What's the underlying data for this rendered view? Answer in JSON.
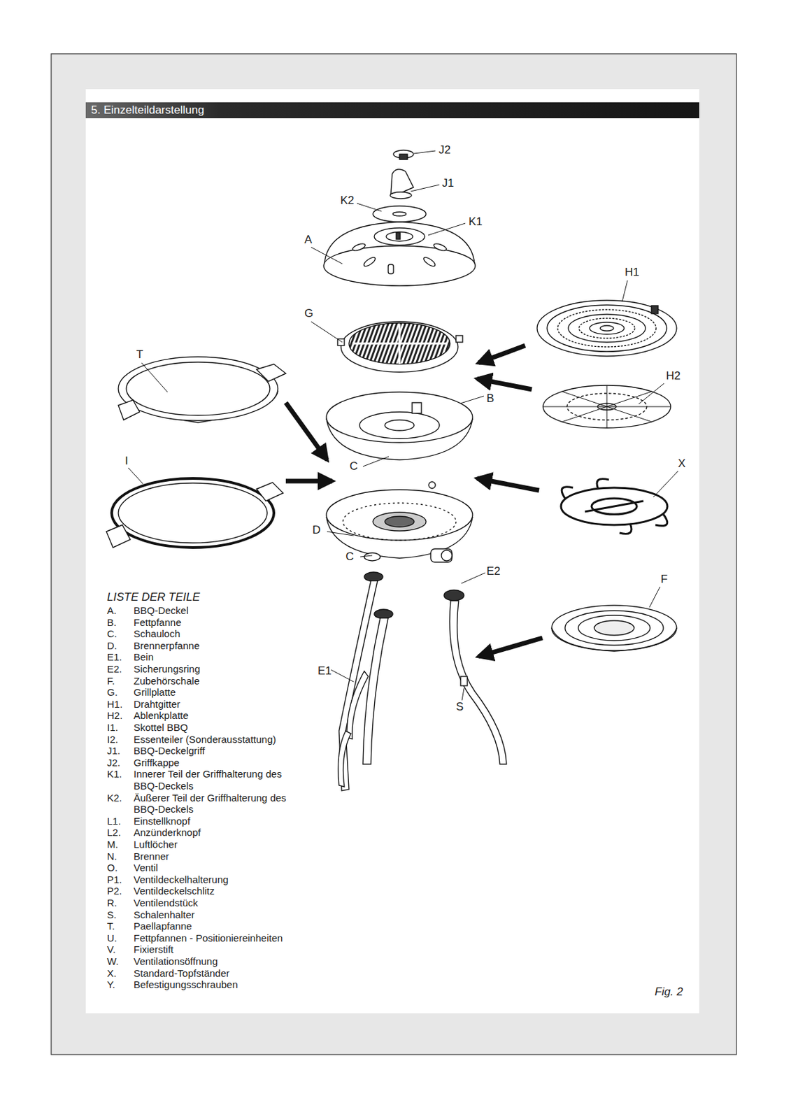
{
  "diagram": {
    "caption": "Fig. 2",
    "nodes": [
      {
        "text": [
          "5. Einzelteildarstellung"
        ]
      }
    ],
    "edges": [],
    "labels": [
      "J2",
      "J1",
      "K2",
      "K1",
      "A",
      "H1",
      "G",
      "T",
      "H2",
      "B",
      "I",
      "C",
      "X",
      "D",
      "C",
      "E2",
      "F",
      "E1",
      "S",
      "LISTE DER TEILE",
      "A.",
      "BBQ-Deckel",
      "B.",
      "Fettpfanne",
      "C.",
      "Schauloch",
      "D.",
      "Brennerpfanne",
      "E1.",
      "Bein",
      "E2.",
      "Sicherungsring",
      "F.",
      "Zubehörschale",
      "G.",
      "Grillplatte",
      "H1.",
      "Drahtgitter",
      "H2.",
      "Ablenkplatte",
      "I1.",
      "Skottel BBQ",
      "I2.",
      "Essenteiler (Sonderausstattung)",
      "J1.",
      "BBQ-Deckelgriff",
      "J2.",
      "Griffkappe",
      "K1.",
      "Innerer Teil der Griffhalterung des BBQ-Deckels",
      "K2.",
      "Äußerer Teil der Griffhalterung des BBQ-Deckels",
      "L1.",
      "Einstellknopf",
      "L2.",
      "Anzünderknopf",
      "M.",
      "Luftlöcher",
      "N.",
      "Brenner",
      "O.",
      "Ventil",
      "P1.",
      "Ventildeckelhalterung",
      "P2.",
      "Ventildeckelschlitz",
      "R.",
      "Ventilendstück",
      "S.",
      "Schalenhalter",
      "T.",
      "Paellapfanne",
      "U.",
      "Fettpfannen - Positioniereinheiten",
      "V.",
      "Fixierstift",
      "W.",
      "Ventilationsöffnung",
      "X.",
      "Standard-Topfständer",
      "Y.",
      "Befestigungsschrauben"
    ]
  }
}
